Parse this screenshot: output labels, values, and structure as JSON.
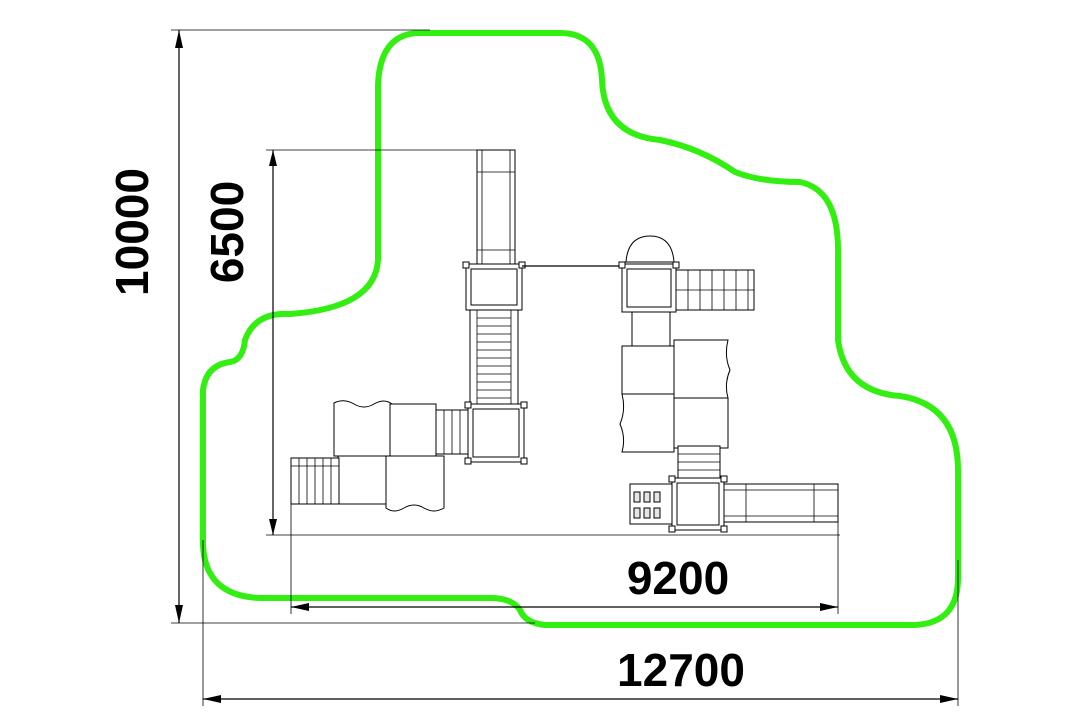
{
  "dimensions": {
    "overall_width": "12700",
    "overall_height": "10000",
    "equipment_width": "9200",
    "equipment_height": "6500"
  },
  "colors": {
    "safety_zone": "#33ee11",
    "lines": "#000000",
    "background": "#ffffff"
  }
}
